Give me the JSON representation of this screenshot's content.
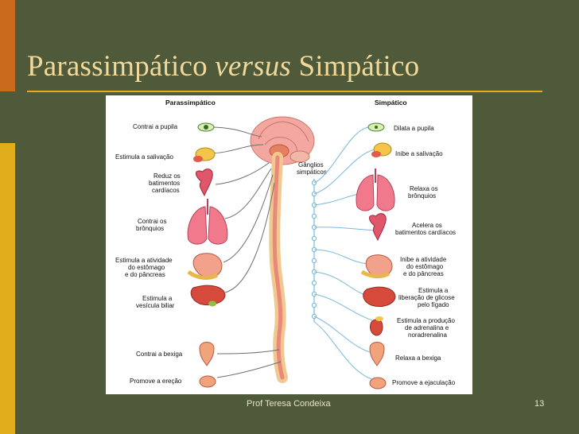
{
  "slide": {
    "title_part1": "Parassimpático",
    "title_italic": "versus",
    "title_part2": "Simpático",
    "footer": "Prof Teresa Condeixa",
    "page_number": "13"
  },
  "figure": {
    "left_header": "Parassimpático",
    "right_header": "Simpático",
    "ganglia_label_line1": "Gânglios",
    "ganglia_label_line2": "simpáticos",
    "parasympathetic": [
      {
        "lines": [
          "Contrai a pupila"
        ]
      },
      {
        "lines": [
          "Estimula a salivação"
        ]
      },
      {
        "lines": [
          "Reduz os",
          "batimentos",
          "cardíacos"
        ]
      },
      {
        "lines": [
          "Contrai os",
          "brônquios"
        ]
      },
      {
        "lines": [
          "Estimula a atividade",
          "do estômago",
          "e do pâncreas"
        ]
      },
      {
        "lines": [
          "Estimula a",
          "vesícula biliar"
        ]
      },
      {
        "lines": [
          "Contrai a bexiga"
        ]
      },
      {
        "lines": [
          "Promove a ereção"
        ]
      }
    ],
    "sympathetic": [
      {
        "lines": [
          "Dilata a pupila"
        ]
      },
      {
        "lines": [
          "Inibe a salivação"
        ]
      },
      {
        "lines": [
          "Relaxa os",
          "brônquios"
        ]
      },
      {
        "lines": [
          "Acelera os",
          "batimentos cardíacos"
        ]
      },
      {
        "lines": [
          "Inibe a atividade",
          "do estômago",
          "e do pâncreas"
        ]
      },
      {
        "lines": [
          "Estimula a",
          "liberação de glicose",
          "pelo fígado"
        ]
      },
      {
        "lines": [
          "Estimula a produção",
          "de adrenalina e",
          "noradrenalina"
        ]
      },
      {
        "lines": [
          "Relaxa a bexiga"
        ]
      },
      {
        "lines": [
          "Promove a ejaculação"
        ]
      }
    ]
  }
}
